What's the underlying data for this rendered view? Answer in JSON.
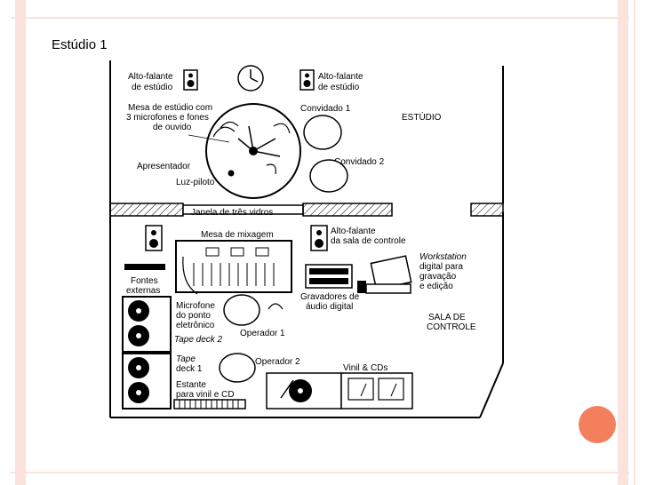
{
  "slide": {
    "title": "Estúdio 1"
  },
  "diagram": {
    "labels": {
      "speaker_left_1": "Alto-falante",
      "speaker_left_2": "de estúdio",
      "speaker_right_1": "Alto-falante",
      "speaker_right_2": "de estúdio",
      "table_1": "Mesa de estúdio com",
      "table_2": "3 microfones e fones",
      "table_3": "de ouvido",
      "guest1": "Convidado 1",
      "guest2": "Convidado 2",
      "studio": "ESTÚDIO",
      "presenter": "Apresentador",
      "pilot": "Luz-piloto",
      "window": "Janela de três vidros",
      "mixer": "Mesa de mixagem",
      "control_speaker_1": "Alto-falante",
      "control_speaker_2": "da sala de controle",
      "ext_1": "Fontes",
      "ext_2": "externas",
      "workstation_1": "Workstation",
      "workstation_2": "digital para",
      "workstation_3": "gravação",
      "workstation_4": "e edição",
      "recorders_1": "Gravadores de",
      "recorders_2": "áudio digital",
      "mic_1": "Microfone",
      "mic_2": "do ponto",
      "mic_3": "eletrônico",
      "tape2": "Tape deck 2",
      "op1": "Operador 1",
      "control_1": "SALA DE",
      "control_2": "CONTROLE",
      "tape1_1": "Tape",
      "tape1_2": "deck 1",
      "op2": "Operador 2",
      "vinyl": "Vinil & CDs",
      "shelf_1": "Estante",
      "shelf_2": "para vinil e CD"
    }
  }
}
